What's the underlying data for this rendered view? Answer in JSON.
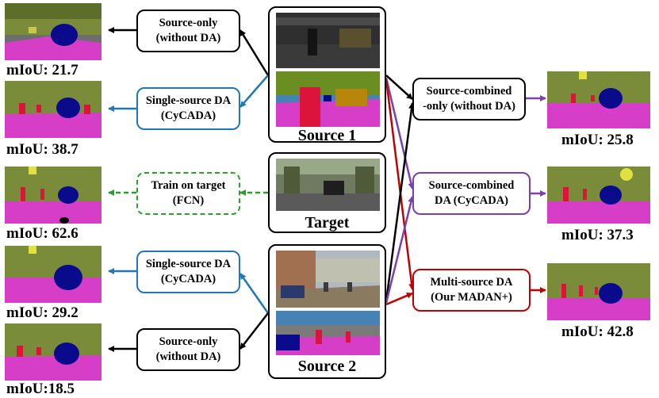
{
  "left": {
    "source_only_1": "Source-only\n(without DA)",
    "single_source_1": "Single-source DA\n(CyCADA)",
    "train_target": "Train on target\n(FCN)",
    "single_source_2": "Single-source DA\n(CyCADA)",
    "source_only_2": "Source-only\n(without DA)"
  },
  "center": {
    "source1": "Source 1",
    "target": "Target",
    "source2": "Source 2"
  },
  "right": {
    "combined_only": "Source-combined\n-only (without DA)",
    "combined_da": "Source-combined\nDA (CyCADA)",
    "multi_source": "Multi-source DA\n(Our MADAN+)"
  },
  "scores": {
    "l1": "mIoU: 21.7",
    "l2": "mIoU: 38.7",
    "l3": "mIoU: 62.6",
    "l4": "mIoU: 29.2",
    "l5": "mIoU:18.5",
    "r1": "mIoU: 25.8",
    "r2": "mIoU: 37.3",
    "r3": "mIoU: 42.8"
  },
  "colors": {
    "black": "#000000",
    "blue": "#1f77b4",
    "green": "#2ca02c",
    "purple": "#7b3fae",
    "red": "#c00000",
    "seg_road": "#d63ec8",
    "seg_car": "#0a0a8c",
    "seg_veg": "#6b8e23",
    "seg_sky": "#4682b4",
    "seg_person": "#dc143c"
  }
}
